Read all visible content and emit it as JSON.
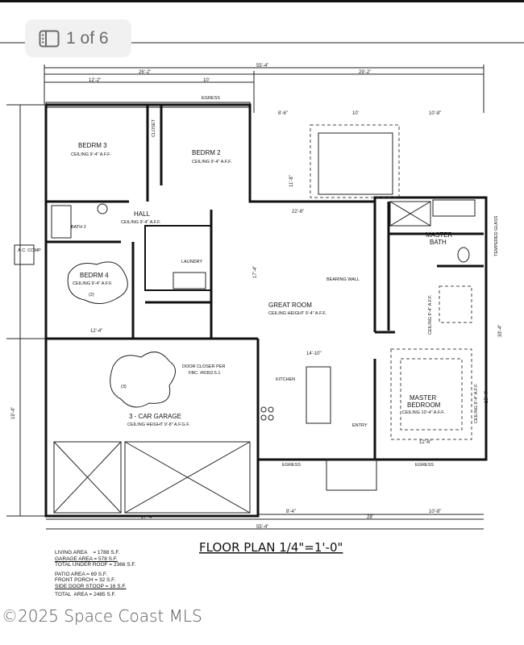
{
  "viewer": {
    "counter": "1 of 6",
    "icon": "gallery-icon"
  },
  "plan": {
    "title": "FLOOR PLAN  1/4\"=1'-0\"",
    "rooms": {
      "bedrm3": {
        "name": "BEDRM 3",
        "ceiling": "CEILING 9'-4\" A.F.F."
      },
      "bedrm2": {
        "name": "BEDRM 2",
        "ceiling": "CEILING 9'-4\" A.F.F."
      },
      "bedrm4": {
        "name": "BEDRM 4",
        "ceiling": "CEILING 9'-4\" A.F.F.",
        "note": "(2)"
      },
      "hall": {
        "name": "HALL",
        "ceiling": "CEILING 9'-4\" A.F.F."
      },
      "bath2": {
        "name": "BATH 2"
      },
      "laundry": {
        "name": "LAUNDRY"
      },
      "great_room": {
        "name": "GREAT ROOM",
        "ceiling": "CEILING HEIGHT 9'-4\" A.F.F."
      },
      "kitchen": {
        "name": "KITCHEN"
      },
      "master_bath": {
        "name1": "MASTER",
        "name2": "BATH"
      },
      "master_bedroom": {
        "name1": "MASTER",
        "name2": "BEDROOM",
        "ceiling": "CEILING 10'-4\" A.F.F."
      },
      "garage": {
        "name": "3 - CAR GARAGE",
        "ceiling": "CEILING HEIGHT 9'-8\" A.F.G.F.",
        "note": "(3)"
      },
      "entry": {
        "name": "ENTRY"
      },
      "closet": "CLOSET"
    },
    "annotations": {
      "egress": "EGRESS",
      "bearing_wall": "BEARING WALL",
      "door_closer": "DOOR CLOSER PER",
      "door_closer_ref": "FBC. #R302.5.1",
      "ac": "A.C. COMP",
      "tempered": "TEMPERED GLASS",
      "ceiling_side": "CEILING 9'-4\" A.F.F."
    },
    "dimensions": {
      "overall": "55'-4\"",
      "left_top": "26'-2\"",
      "right_top": "29'-2\"",
      "d12_2": "12'-2\"",
      "d10": "10'",
      "d8_6": "8'-6\"",
      "d10_8": "10'-8\"",
      "d22_6": "22'-6\"",
      "d17_4": "17'-4\"",
      "d14_10": "14'-10\"",
      "d12_4": "12'-4\"",
      "d12_6": "12'-6\"",
      "d27_4": "27'-4\"",
      "d28": "28'",
      "d8_4": "8'-4\"",
      "d11_8": "11'-8\"",
      "d19_4": "19'-4\"",
      "d33_4": "33'-4\"",
      "d15_4": "15'-4\""
    }
  },
  "areas": {
    "living": "LIVING AREA    = 1788 S.F.",
    "garage": "GARAGE AREA = 578 S.F.",
    "total_under_roof": "TOTAL UNDER ROOF = 2366 S.F.",
    "patio": "PATIO AREA = 69 S.F.",
    "front_porch": "FRONT PORCH = 32 S.F.",
    "side_door": "SIDE DOOR STOOP = 16 S.F.",
    "total": "TOTAL  AREA = 2485 S.F."
  },
  "copyright": "©2025 Space Coast MLS"
}
